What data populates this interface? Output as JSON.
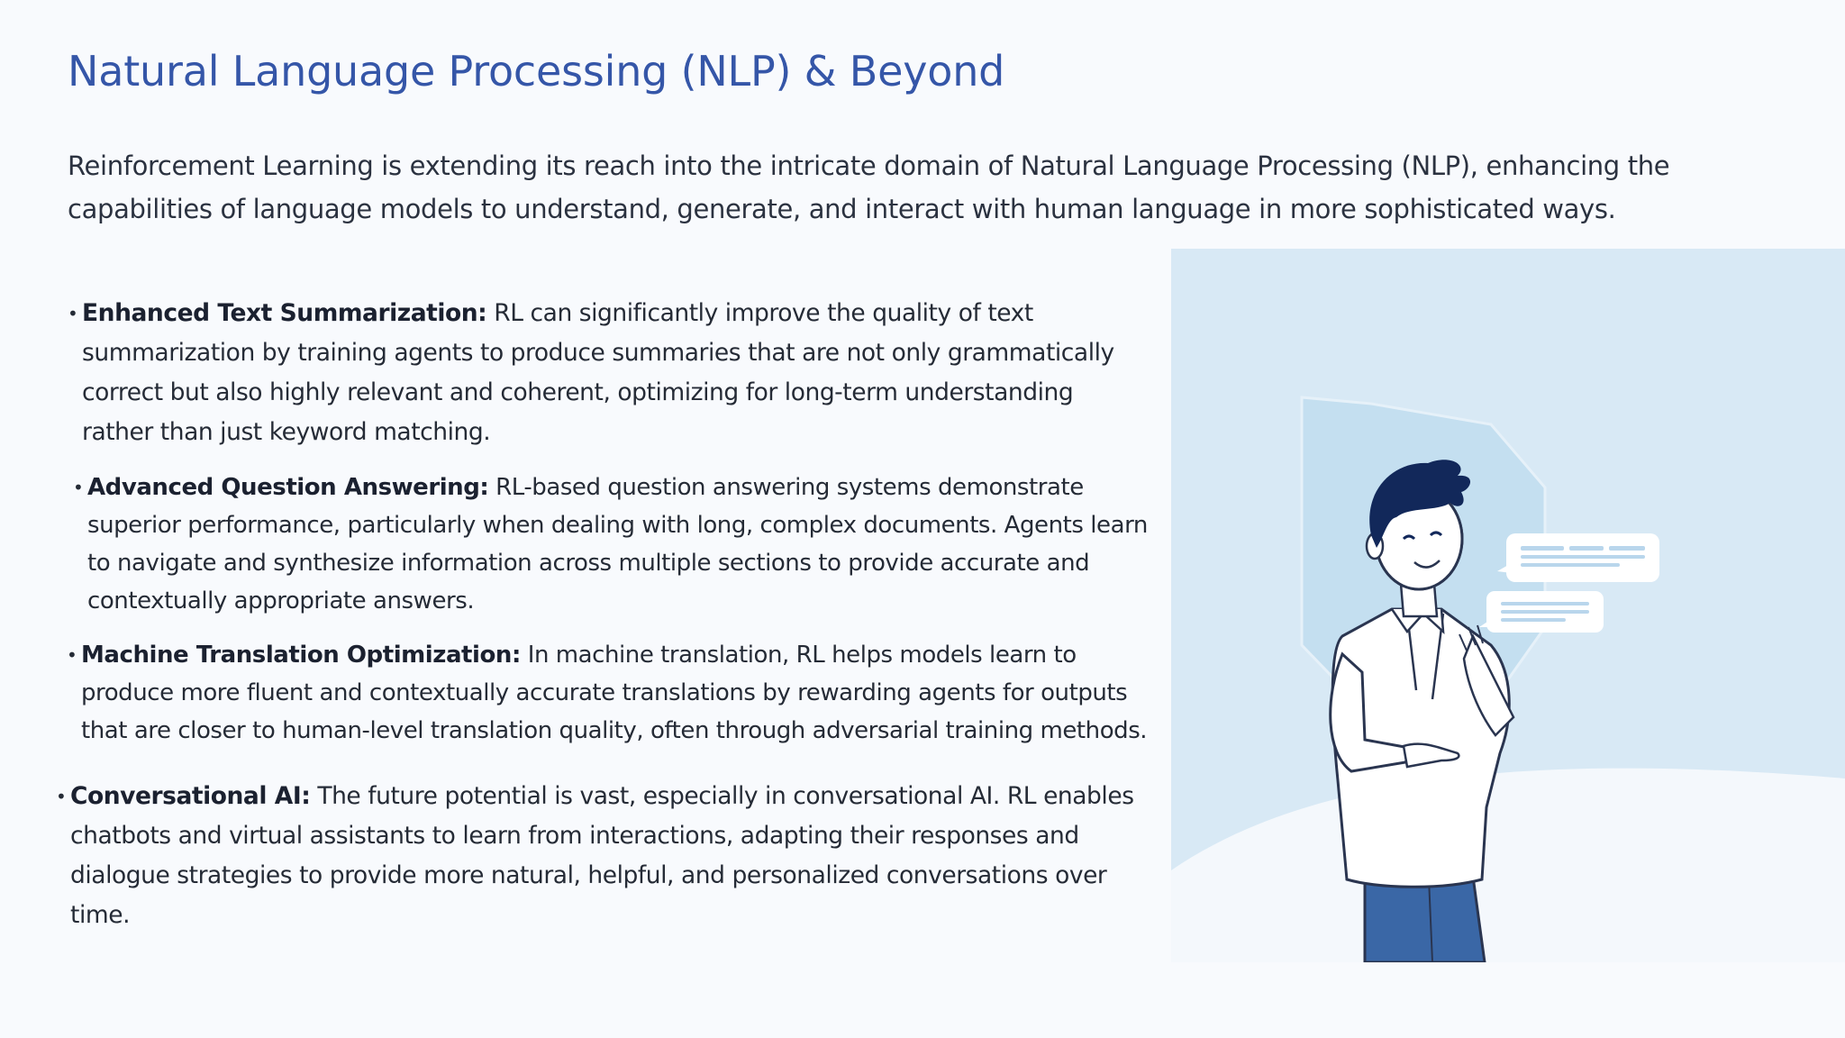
{
  "slide": {
    "title": "Natural Language Processing (NLP) & Beyond",
    "intro": "Reinforcement Learning is extending its reach into the intricate domain of Natural Language Processing (NLP), enhancing the capabilities of language models to understand, generate, and interact with human language in more sophisticated ways.",
    "bullets": [
      {
        "term": "Enhanced Text Summarization:",
        "text": " RL can significantly improve the quality of text summarization by training agents to produce summaries that are not only grammatically correct but also highly relevant and coherent, optimizing for long-term understanding rather than just keyword matching."
      },
      {
        "term": "Advanced Question Answering:",
        "text": " RL-based question answering systems demonstrate superior performance, particularly when dealing with long, complex documents. Agents learn to navigate and synthesize information across multiple sections to provide accurate and contextually appropriate answers."
      },
      {
        "term": "Machine Translation Optimization:",
        "text": " In machine translation, RL helps models learn to produce more fluent and contextually accurate translations by rewarding agents for outputs that are closer to human-level translation quality, often through adversarial training methods."
      },
      {
        "term": "Conversational AI:",
        "text": " The future potential is vast, especially in conversational AI. RL enables chatbots and virtual assistants to learn from interactions, adapting their responses and dialogue strategies to provide more natural, helpful, and personalized conversations over time."
      }
    ],
    "bullet_glyph": "•"
  },
  "illustration": {
    "icon": "person-with-chat-bubbles-illustration",
    "colors": {
      "panel": "#d8e9f5",
      "hexagon": "#c4dff0",
      "ground": "#f4f8fc",
      "hair": "#12285a",
      "pants": "#3a67a6",
      "shirt": "#ffffff",
      "outline": "#2a3550"
    }
  }
}
